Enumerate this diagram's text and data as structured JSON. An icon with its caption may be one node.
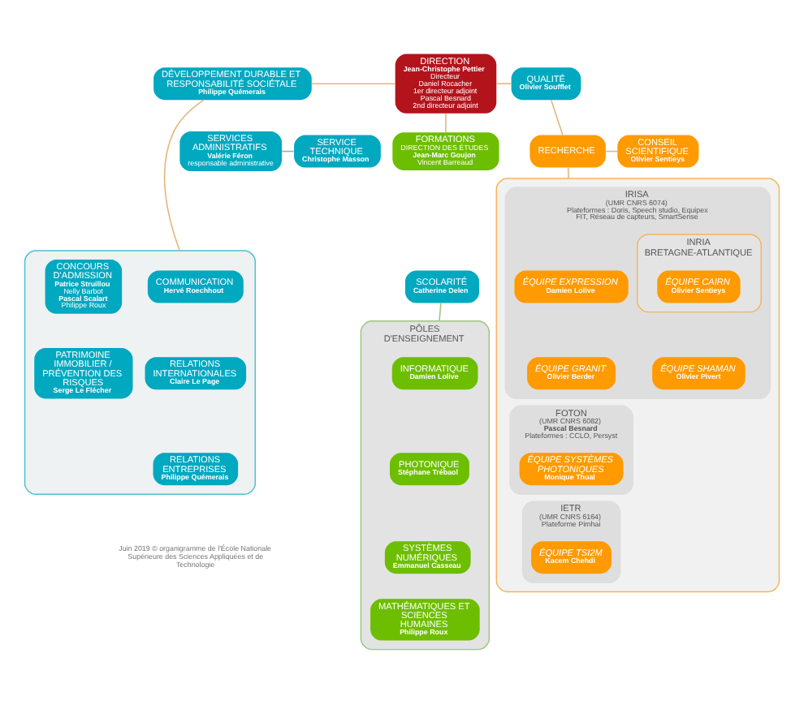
{
  "diagram": {
    "nodes": [
      {
        "text": [
          "DÉVELOPPEMENT DURABLE ET RESPONSABILITÉ SOCIÉTALE",
          "Philippe Quémerais"
        ]
      },
      {
        "text": [
          "DIRECTION",
          "Jean-Christophe Pettier",
          "Directeur",
          "Daniel Rocacher",
          "1er directeur adjoint",
          "Pascal Besnard",
          "2nd directeur adjoint"
        ]
      },
      {
        "text": [
          "QUALITÉ",
          "Olivier Soufflet"
        ]
      },
      {
        "text": [
          "SERVICES ADMINISTRATIFS",
          "Valérie Féron",
          "responsable administrative"
        ]
      },
      {
        "text": [
          "SERVICE TECHNIQUE",
          "Christophe Masson"
        ]
      },
      {
        "text": [
          "FORMATIONS",
          "DIRECTION DES ÉTUDES",
          "Jean-Marc Goujon",
          "Vincent Barreaud"
        ]
      },
      {
        "text": [
          "SCOLARITÉ",
          "Catherine Delen"
        ]
      },
      {
        "text": [
          "RECHERCHE"
        ]
      },
      {
        "text": [
          "CONSEIL SCIENTIFIQUE",
          "Olivier Sentieys"
        ]
      },
      {
        "text": [],
        "shape": "box"
      },
      {
        "text": [
          "COMMUNICATION",
          "Hervé Roechhout"
        ],
        "in": 9
      },
      {
        "text": [
          "CONCOURS D'ADMISSION",
          "Patrice Struillou",
          "Nelly Barbot",
          "Pascal Scalart",
          "Philippe Roux"
        ],
        "in": 9
      },
      {
        "text": [
          "RELATIONS INTERNATIONALES",
          "Claire Le Page"
        ],
        "in": 9
      },
      {
        "text": [
          "PATRIMOINE IMMOBILIER / PRÉVENTION DES RISQUES",
          "Serge Le Flécher"
        ],
        "in": 9
      },
      {
        "text": [
          "RELATIONS ENTREPRISES",
          "Philippe Quémerais"
        ],
        "in": 9
      },
      {
        "text": [
          "PÔLES D'ENSEIGNEMENT"
        ]
      },
      {
        "text": [
          "INFORMATIQUE",
          "Damien Lolive"
        ],
        "in": 15
      },
      {
        "text": [
          "PHOTONIQUE",
          "Stéphane Trébaol"
        ],
        "in": 15
      },
      {
        "text": [
          "SYSTÈMES NUMÉRIQUES",
          "Emmanuel Casseau"
        ],
        "in": 15
      },
      {
        "text": [
          "MATHÉMATIQUES ET SCIENCES HUMAINES",
          "Philippe Roux"
        ],
        "in": 15
      },
      {
        "text": [],
        "shape": "box"
      },
      {
        "text": [
          "IRISA",
          "(UMR CNRS 6074)",
          "Plateformes : Doris, Speech studio, Equipex FIT, Réseau de capteurs, SmartSense"
        ],
        "in": 20
      },
      {
        "text": [
          "ÉQUIPE EXPRESSION",
          "Damien Lolive"
        ],
        "in": 21
      },
      {
        "text": [
          "INRIA BRETAGNE-ATLANTIQUE"
        ],
        "in": 21
      },
      {
        "text": [
          "ÉQUIPE CAIRN",
          "Olivier Sentieys"
        ],
        "in": 23
      },
      {
        "text": [
          "ÉQUIPE GRANIT",
          "Olivier Berder"
        ],
        "in": 21
      },
      {
        "text": [
          "ÉQUIPE SHAMAN",
          "Olivier Pivert"
        ],
        "in": 21
      },
      {
        "text": [
          "FOTON",
          "(UMR CNRS 6082)",
          "Pascal Besnard",
          "Plateformes : CCLO, Persyst"
        ],
        "in": 20
      },
      {
        "text": [
          "ÉQUIPE SYSTÈMES PHOTONIQUES",
          "Monique Thual"
        ],
        "in": 27
      },
      {
        "text": [
          "IETR",
          "(UMR CNRS 6164)",
          "Plateforme Pimhai"
        ],
        "in": 20
      },
      {
        "text": [
          "ÉQUIPE TSI2M",
          "Kacem Chehdi"
        ],
        "in": 29
      }
    ],
    "edges": [
      {
        "from": 0,
        "to": 1,
        "arrow": "none"
      },
      {
        "from": 0,
        "to": 9,
        "arrow": "none"
      },
      {
        "from": 3,
        "to": 4,
        "arrow": "none",
        "color": "#8fb0aa"
      },
      {
        "from": 1,
        "to": 5,
        "arrow": "none"
      },
      {
        "from": 1,
        "to": 2,
        "arrow": "none"
      },
      {
        "from": 2,
        "to": 7,
        "arrow": "none"
      },
      {
        "from": 7,
        "to": 8,
        "arrow": "none"
      },
      {
        "from": 7,
        "to": 20,
        "arrow": "none"
      },
      {
        "from": 6,
        "to": 15,
        "arrow": "none",
        "color": "#9cc47e"
      }
    ],
    "labels": [
      "Juin 2019 © organigramme de l'École Nationale Supérieure des Sciences Appliquées et de Technologie"
    ]
  }
}
